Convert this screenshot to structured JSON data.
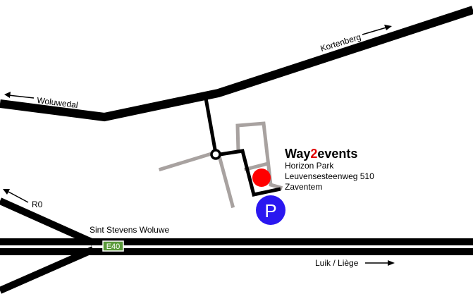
{
  "roads": {
    "kortenberg": "Kortenberg",
    "woluwedal": "Woluwedal",
    "r0": "R0",
    "sint_stevens_woluwe": "Sint Stevens Woluwe",
    "e40": "E40",
    "luik_liege": "Luik / Liège"
  },
  "venue": {
    "name_part1": "Way",
    "name_highlight": "2",
    "name_part2": "events",
    "line1": "Horizon Park",
    "line2": "Leuvensesteenweg 510",
    "line3": "Zaventem"
  },
  "parking": {
    "label": "P"
  },
  "colors": {
    "road": "#000000",
    "building": "#a8a2a0",
    "venue_marker": "#ff0000",
    "brand_highlight": "#e00000",
    "parking": "#2a17f0",
    "e40_shield": "#5a9a3a"
  },
  "icons": [
    "arrow-icon",
    "roundabout-icon",
    "venue-marker-icon",
    "parking-icon"
  ]
}
